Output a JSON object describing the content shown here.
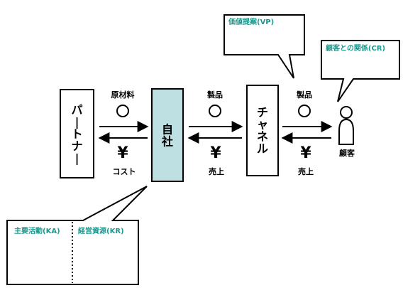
{
  "colors": {
    "teal_text": "#1a9a8f",
    "company_fill": "#bfe0e2",
    "stroke": "#000000",
    "background": "#ffffff"
  },
  "icons": {
    "product_token": "circle",
    "money_token": "yen-sign",
    "customer": "person-icon"
  },
  "boxes": {
    "partner": "パートナー",
    "company": "自社",
    "channel": "チャネル"
  },
  "flows": {
    "partner_to_company_goods": "原材料",
    "partner_to_company_money": "コスト",
    "company_to_channel_goods": "製品",
    "company_to_channel_money": "売上",
    "channel_to_customer_goods": "製品",
    "channel_to_customer_money": "売上",
    "yen_symbol": "¥"
  },
  "customer": {
    "label": "顧客"
  },
  "callouts": {
    "value_proposition": "価値提案(VP)",
    "customer_relationship": "顧客との関係(CR)",
    "key_activities": "主要活動(KA)",
    "key_resources": "経営資源(KR)"
  }
}
